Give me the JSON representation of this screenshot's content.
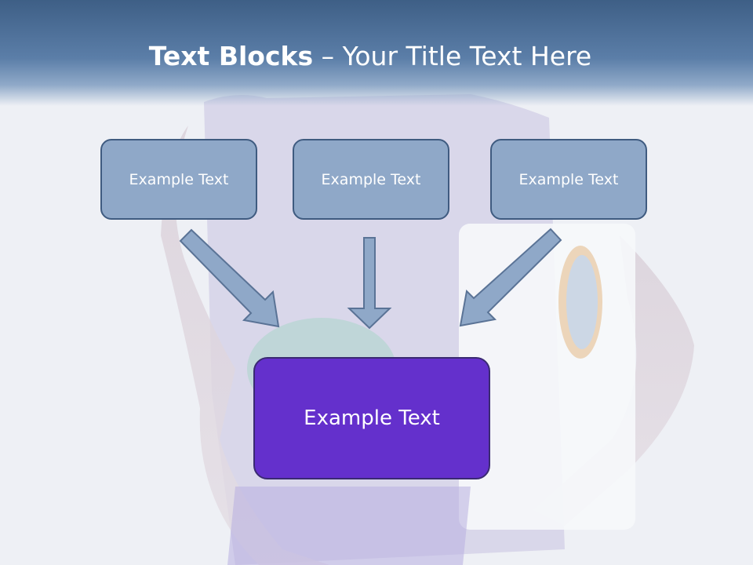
{
  "slide": {
    "title_bold": "Text Blocks",
    "title_rest": " – Your Title Text Here"
  },
  "blocks": [
    {
      "label": "Example Text"
    },
    {
      "label": "Example Text"
    },
    {
      "label": "Example Text"
    }
  ],
  "target": {
    "label": "Example Text"
  },
  "colors": {
    "header": "#4f7098",
    "block_fill": "#8fa8c8",
    "block_border": "#3f5b80",
    "target_fill": "#6430cc",
    "arrow_fill": "#8fa8c8"
  }
}
